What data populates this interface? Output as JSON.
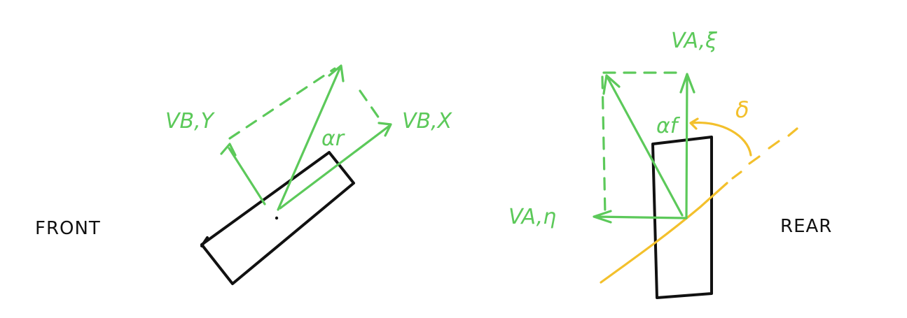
{
  "labels": {
    "front": "FRONT",
    "rear": "REAR",
    "v_b_y": "VB,Y",
    "v_b_x": "VB,X",
    "alpha_r": "αr",
    "v_a_xi": "VA,ξ",
    "v_a_eta": "VA,η",
    "alpha_f": "αf",
    "delta": "δ"
  },
  "colors": {
    "ink": "#111111",
    "velocity": "#5cc95a",
    "steering": "#f3c02c",
    "background": "#ffffff"
  }
}
